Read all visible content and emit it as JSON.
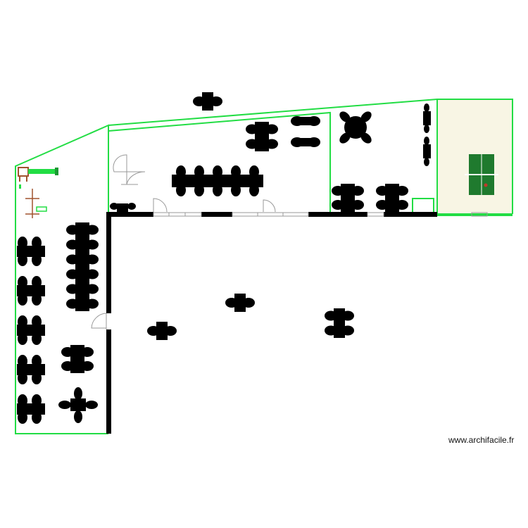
{
  "watermark": "www.archifacile.fr",
  "colors": {
    "boundary": "#22dd44",
    "wall": "#000000",
    "furniture": "#000000",
    "games_area_fill": "#f8f5e4",
    "ping_pong_table": "#1f7a2e",
    "slide": "#22dd44"
  },
  "icons": [
    "table-with-chairs",
    "round-table",
    "door-swing",
    "ping-pong-table",
    "slide",
    "swing",
    "window"
  ]
}
